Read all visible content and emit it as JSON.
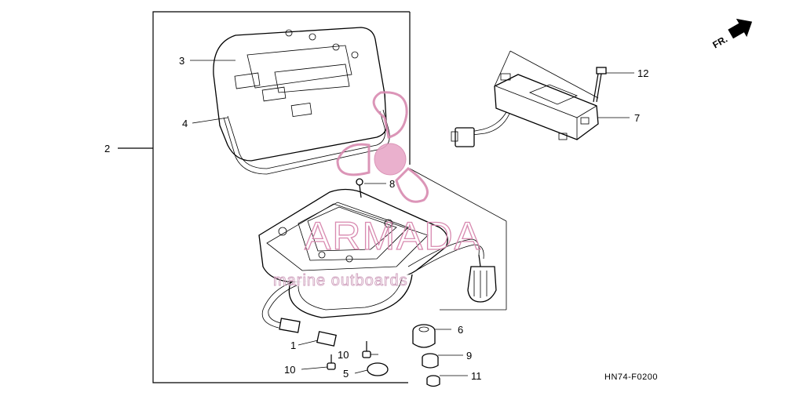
{
  "diagram": {
    "direction_label": "FR.",
    "diagram_code": "HN74-F0200",
    "watermark": {
      "brand": "ARMADA",
      "tagline": "marine outboards"
    },
    "callouts": [
      {
        "id": "c1",
        "label": "1"
      },
      {
        "id": "c2",
        "label": "2"
      },
      {
        "id": "c3",
        "label": "3"
      },
      {
        "id": "c4",
        "label": "4"
      },
      {
        "id": "c5",
        "label": "5"
      },
      {
        "id": "c6",
        "label": "6"
      },
      {
        "id": "c7",
        "label": "7"
      },
      {
        "id": "c8",
        "label": "8"
      },
      {
        "id": "c9",
        "label": "9"
      },
      {
        "id": "c10a",
        "label": "10"
      },
      {
        "id": "c10b",
        "label": "10"
      },
      {
        "id": "c11",
        "label": "11"
      },
      {
        "id": "c12",
        "label": "12"
      }
    ]
  },
  "colors": {
    "line": "#000000",
    "watermark_pink": "#d88ab0",
    "watermark_fill": "#e8a8c8"
  }
}
